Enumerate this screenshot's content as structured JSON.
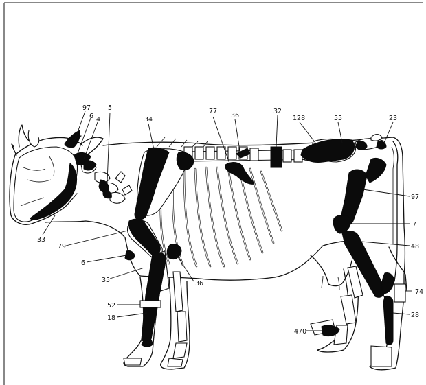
{
  "labels": {
    "l97_top": "97",
    "l6_top": "6",
    "l4": "4",
    "l5": "5",
    "l34": "34",
    "l77": "77",
    "l36_top": "36",
    "l32": "32",
    "l128": "128",
    "l55": "55",
    "l23": "23",
    "l97_right": "97",
    "l7": "7",
    "l48": "48",
    "l74": "74",
    "l28": "28",
    "l470": "470",
    "l33": "33",
    "l79": "79",
    "l6_left": "6",
    "l35": "35",
    "l36_bottom": "36",
    "l52": "52",
    "l18": "18"
  },
  "colors": {
    "highlight": "#0b0b0b",
    "outline": "#111111",
    "background": "#ffffff"
  }
}
